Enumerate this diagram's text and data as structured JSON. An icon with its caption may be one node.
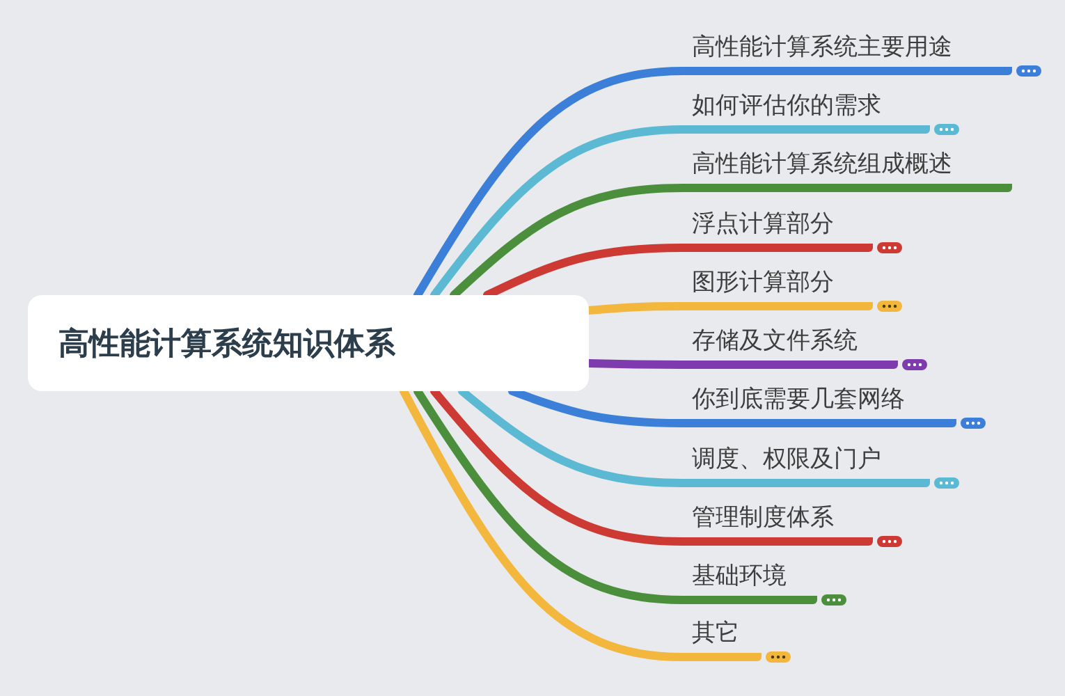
{
  "diagram": {
    "nodes": [
      {
        "text": [
          "高性能计算系统知识体系"
        ]
      },
      {
        "text": [
          "高性能计算系统主要用途"
        ]
      },
      {
        "text": [
          "如何评估你的需求"
        ]
      },
      {
        "text": [
          "高性能计算系统组成概述"
        ]
      },
      {
        "text": [
          "浮点计算部分"
        ]
      },
      {
        "text": [
          "图形计算部分"
        ]
      },
      {
        "text": [
          "存储及文件系统"
        ]
      },
      {
        "text": [
          "你到底需要几套网络"
        ]
      },
      {
        "text": [
          "调度、权限及门户"
        ]
      },
      {
        "text": [
          "管理制度体系"
        ]
      },
      {
        "text": [
          "基础环境"
        ]
      },
      {
        "text": [
          "其它"
        ]
      }
    ],
    "edges": [
      {
        "from": 0,
        "to": 1,
        "arrow": "none",
        "color": "#3b7fd9"
      },
      {
        "from": 0,
        "to": 2,
        "arrow": "none",
        "color": "#5bb9d3"
      },
      {
        "from": 0,
        "to": 3,
        "arrow": "none",
        "color": "#4b8f3d"
      },
      {
        "from": 0,
        "to": 4,
        "arrow": "none",
        "color": "#cc3a33"
      },
      {
        "from": 0,
        "to": 5,
        "arrow": "none",
        "color": "#f2b73c"
      },
      {
        "from": 0,
        "to": 6,
        "arrow": "none",
        "color": "#7e3bae"
      },
      {
        "from": 0,
        "to": 7,
        "arrow": "none",
        "color": "#3b7fd9"
      },
      {
        "from": 0,
        "to": 8,
        "arrow": "none",
        "color": "#5bb9d3"
      },
      {
        "from": 0,
        "to": 9,
        "arrow": "none",
        "color": "#cc3a33"
      },
      {
        "from": 0,
        "to": 10,
        "arrow": "none",
        "color": "#4b8f3d"
      },
      {
        "from": 0,
        "to": 11,
        "arrow": "none",
        "color": "#f2b73c"
      }
    ]
  }
}
